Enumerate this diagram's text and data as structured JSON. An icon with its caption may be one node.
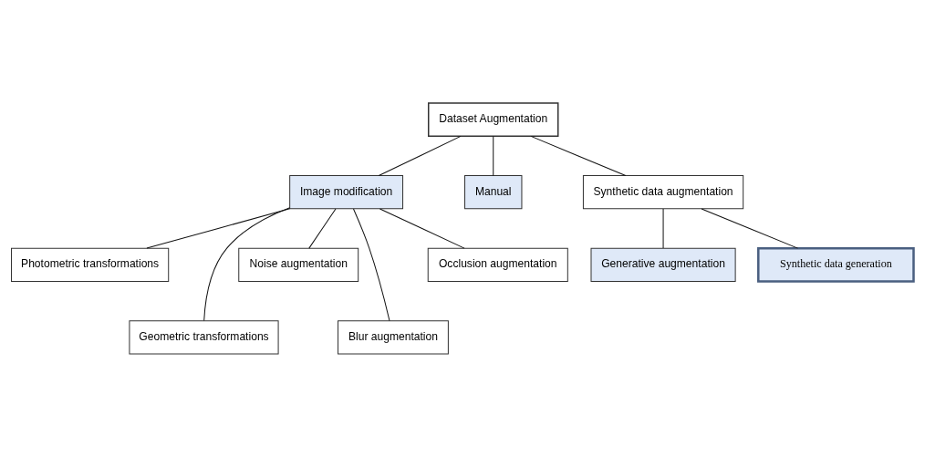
{
  "diagram": {
    "nodes": [
      {
        "text": [
          "Dataset Augmentation"
        ]
      },
      {
        "text": [
          "Image modification"
        ]
      },
      {
        "text": [
          "Manual"
        ]
      },
      {
        "text": [
          "Synthetic data augmentation"
        ]
      },
      {
        "text": [
          "Photometric transformations"
        ]
      },
      {
        "text": [
          "Geometric transformations"
        ]
      },
      {
        "text": [
          "Noise augmentation"
        ]
      },
      {
        "text": [
          "Blur augmentation"
        ]
      },
      {
        "text": [
          "Occlusion augmentation"
        ]
      },
      {
        "text": [
          "Generative augmentation"
        ]
      },
      {
        "text": [
          "Synthetic data generation"
        ]
      }
    ],
    "edges": [
      {
        "from": 0,
        "to": 1,
        "arrow": "none"
      },
      {
        "from": 0,
        "to": 2,
        "arrow": "none"
      },
      {
        "from": 0,
        "to": 3,
        "arrow": "none"
      },
      {
        "from": 1,
        "to": 4,
        "arrow": "none"
      },
      {
        "from": 1,
        "to": 5,
        "arrow": "none"
      },
      {
        "from": 1,
        "to": 6,
        "arrow": "none"
      },
      {
        "from": 1,
        "to": 7,
        "arrow": "none"
      },
      {
        "from": 1,
        "to": 8,
        "arrow": "none"
      },
      {
        "from": 3,
        "to": 9,
        "arrow": "none"
      },
      {
        "from": 3,
        "to": 10,
        "arrow": "none"
      }
    ]
  }
}
